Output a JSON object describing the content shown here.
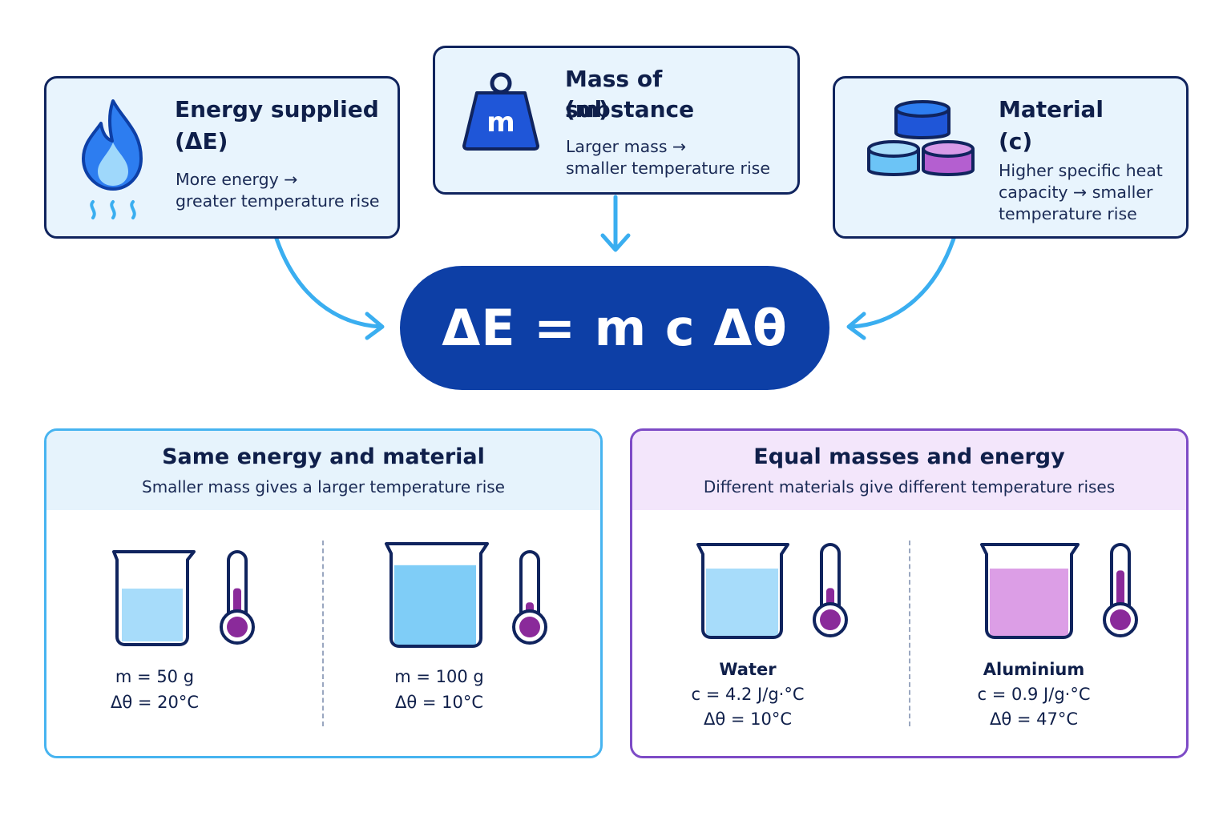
{
  "factors": [
    {
      "title_line1": "Energy supplied",
      "title_line2": "(ΔE)",
      "desc_line1": "More energy →",
      "desc_line2": "greater temperature rise",
      "icon": "flame-icon"
    },
    {
      "title_line1": "Mass of substance",
      "title_line2": "(m)",
      "desc_line1": "Larger mass →",
      "desc_line2": "smaller temperature rise",
      "icon": "weight-icon",
      "icon_letter": "m"
    },
    {
      "title_line1": "Material",
      "title_line2": "(c)",
      "desc_line1": "Higher specific heat",
      "desc_line2": "capacity → smaller",
      "desc_line3": "temperature rise",
      "icon": "material-blocks-icon"
    }
  ],
  "formula": "ΔE = m c Δθ",
  "panels": [
    {
      "title": "Same energy and material",
      "subtitle": "Smaller mass gives a larger temperature rise",
      "examples": [
        {
          "mass": "m = 50 g",
          "temp_rise": "Δθ = 20°C",
          "fill_level": 0.6,
          "thermometer_level": 0.55
        },
        {
          "mass": "m = 100 g",
          "temp_rise": "Δθ = 10°C",
          "fill_level": 0.8,
          "thermometer_level": 0.35
        }
      ]
    },
    {
      "title": "Equal masses and energy",
      "subtitle": "Different materials give different temperature rises",
      "examples": [
        {
          "material": "Water",
          "specific_heat": "c = 4.2 J/g·°C",
          "temp_rise": "Δθ = 10°C",
          "fill_level": 0.75,
          "thermometer_level": 0.45
        },
        {
          "material": "Aluminium",
          "specific_heat": "c = 0.9 J/g·°C",
          "temp_rise": "Δθ = 47°C",
          "fill_level": 0.75,
          "thermometer_level": 0.7
        }
      ]
    }
  ],
  "colors": {
    "navy": "#0d3fa6",
    "light_blue": "#47b4f0",
    "water": "#7fcdf7",
    "purple": "#7d4bc6",
    "aluminium": "#dc9ee6",
    "thermo": "#8a2a9a"
  }
}
